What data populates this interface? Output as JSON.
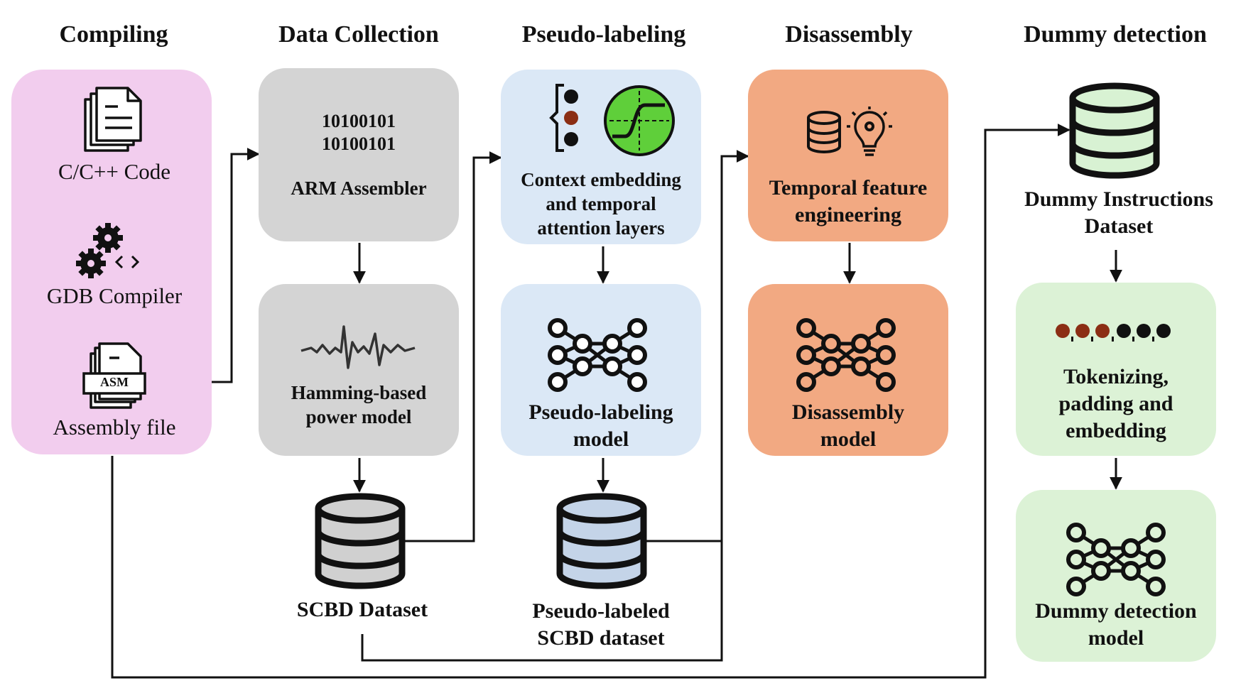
{
  "columns": {
    "compiling": "Compiling",
    "data_collection": "Data Collection",
    "pseudo_labeling": "Pseudo-labeling",
    "disassembly": "Disassembly",
    "dummy_detection": "Dummy detection"
  },
  "compiling": {
    "code_label": "C/C++ Code",
    "compiler_label": "GDB Compiler",
    "asm_tag": "ASM",
    "assembly_label": "Assembly file"
  },
  "data_collection": {
    "binary_line1": "10100101",
    "binary_line2": "10100101",
    "assembler_label": "ARM Assembler",
    "power_model_line1": "Hamming-based",
    "power_model_line2": "power model",
    "dataset_label": "SCBD Dataset"
  },
  "pseudo_labeling": {
    "context_line1": "Context embedding",
    "context_line2": "and temporal",
    "context_line3": "attention layers",
    "model_line1": "Pseudo-labeling",
    "model_line2": "model",
    "dataset_line1": "Pseudo-labeled",
    "dataset_line2": "SCBD dataset"
  },
  "disassembly": {
    "feature_line1": "Temporal feature",
    "feature_line2": "engineering",
    "model_line1": "Disassembly",
    "model_line2": "model"
  },
  "dummy_detection": {
    "dataset_line1": "Dummy Instructions",
    "dataset_line2": "Dataset",
    "token_line1": "Tokenizing,",
    "token_line2": "padding and",
    "token_line3": "embedding",
    "model_line1": "Dummy detection",
    "model_line2": "model"
  },
  "colors": {
    "compiling_bg": "#f2cdee",
    "data_collection_bg": "#d4d4d4",
    "pseudo_labeling_bg": "#dbe8f6",
    "disassembly_bg": "#f2a982",
    "dummy_detection_bg": "#dcf2d6",
    "dark_red_dot": "#8b2e14",
    "sigmoid_green": "#5fcf3a",
    "db_gray": "#d0d0d0",
    "db_blue": "#c4d4e8",
    "db_green": "#d8f2d3"
  },
  "icons": [
    "documents-icon",
    "gears-code-icon",
    "asm-file-icon",
    "waveform-icon",
    "database-icon",
    "feature-vector-icon",
    "sigmoid-icon",
    "database-lightbulb-icon",
    "neural-network-icon",
    "token-dots-icon"
  ]
}
